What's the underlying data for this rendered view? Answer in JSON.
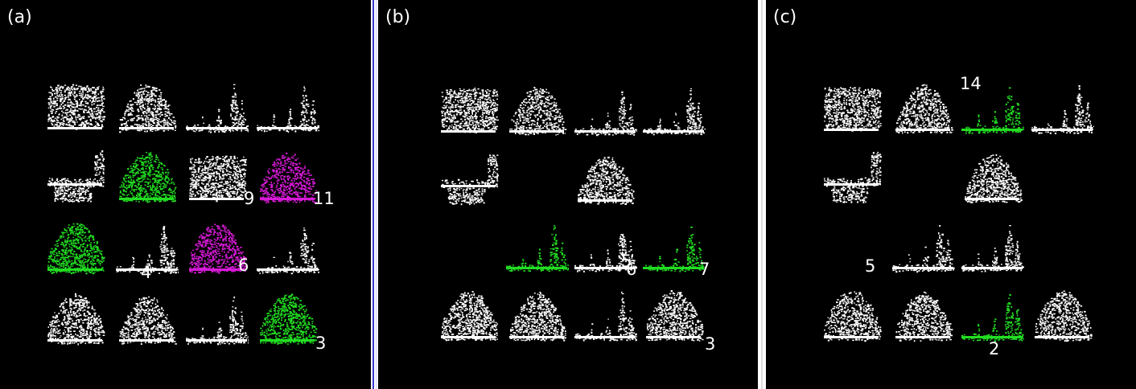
{
  "colors": {
    "background": "#000000",
    "white": "#ffffff",
    "green": "#22dd22",
    "magenta": "#d81ad8"
  },
  "panels": [
    {
      "label": "(a)",
      "cells": [
        {
          "shape": "box",
          "color": "white",
          "number": ""
        },
        {
          "shape": "mound",
          "color": "white",
          "number": ""
        },
        {
          "shape": "spikes",
          "color": "white",
          "number": ""
        },
        {
          "shape": "spikes",
          "color": "white",
          "number": ""
        },
        {
          "shape": "cup",
          "color": "white",
          "number": ""
        },
        {
          "shape": "dome",
          "color": "green",
          "number": "9"
        },
        {
          "shape": "box",
          "color": "white",
          "number": ""
        },
        {
          "shape": "dome",
          "color": "magenta",
          "number": "11"
        },
        {
          "shape": "dome",
          "color": "green",
          "number": "4"
        },
        {
          "shape": "spikes",
          "color": "white",
          "number": ""
        },
        {
          "shape": "dome",
          "color": "magenta",
          "number": "6"
        },
        {
          "shape": "spikes",
          "color": "white",
          "number": ""
        },
        {
          "shape": "dome",
          "color": "white",
          "number": ""
        },
        {
          "shape": "mound",
          "color": "white",
          "number": ""
        },
        {
          "shape": "spikes",
          "color": "white",
          "number": ""
        },
        {
          "shape": "dome",
          "color": "green",
          "number": "3"
        }
      ]
    },
    {
      "label": "(b)",
      "cells": [
        {
          "shape": "box",
          "color": "white",
          "number": ""
        },
        {
          "shape": "mound",
          "color": "white",
          "number": ""
        },
        {
          "shape": "spikes",
          "color": "white",
          "number": ""
        },
        {
          "shape": "spikes",
          "color": "white",
          "number": ""
        },
        {
          "shape": "cup",
          "color": "white",
          "number": ""
        },
        {
          "shape": "none",
          "color": "white",
          "number": ""
        },
        {
          "shape": "mound",
          "color": "white",
          "number": ""
        },
        {
          "shape": "none",
          "color": "white",
          "number": ""
        },
        {
          "shape": "none",
          "color": "white",
          "number": ""
        },
        {
          "shape": "spikes",
          "color": "green",
          "number": "5"
        },
        {
          "shape": "spikes",
          "color": "white",
          "number": "6"
        },
        {
          "shape": "spikes",
          "color": "green",
          "number": "7"
        },
        {
          "shape": "dome",
          "color": "white",
          "number": ""
        },
        {
          "shape": "mound",
          "color": "white",
          "number": ""
        },
        {
          "shape": "spikes",
          "color": "white",
          "number": ""
        },
        {
          "shape": "dome",
          "color": "white",
          "number": "3"
        }
      ]
    },
    {
      "label": "(c)",
      "cells": [
        {
          "shape": "box",
          "color": "white",
          "number": ""
        },
        {
          "shape": "mound",
          "color": "white",
          "number": ""
        },
        {
          "shape": "spikes",
          "color": "green",
          "number": "14"
        },
        {
          "shape": "spikes",
          "color": "white",
          "number": ""
        },
        {
          "shape": "cup",
          "color": "white",
          "number": ""
        },
        {
          "shape": "none",
          "color": "white",
          "number": ""
        },
        {
          "shape": "mound",
          "color": "white",
          "number": ""
        },
        {
          "shape": "none",
          "color": "white",
          "number": ""
        },
        {
          "shape": "none",
          "color": "white",
          "number": "5"
        },
        {
          "shape": "spikes",
          "color": "white",
          "number": ""
        },
        {
          "shape": "spikes",
          "color": "white",
          "number": ""
        },
        {
          "shape": "none",
          "color": "white",
          "number": ""
        },
        {
          "shape": "dome",
          "color": "white",
          "number": ""
        },
        {
          "shape": "mound",
          "color": "white",
          "number": ""
        },
        {
          "shape": "spikes",
          "color": "green",
          "number": "2"
        },
        {
          "shape": "dome",
          "color": "white",
          "number": ""
        }
      ]
    }
  ]
}
